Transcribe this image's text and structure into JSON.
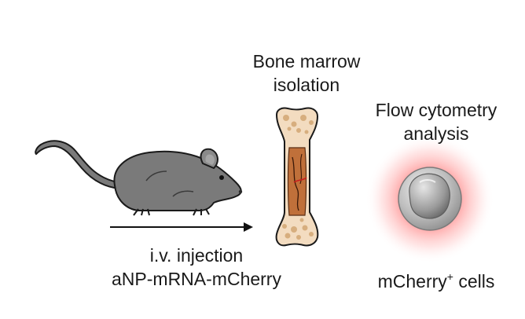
{
  "labels": {
    "bone_marrow": {
      "line1": "Bone marrow",
      "line2": "isolation"
    },
    "flow": {
      "line1": "Flow cytometry",
      "line2": "analysis"
    },
    "injection": {
      "line1": "i.v. injection",
      "line2": "aNP-mRNA-mCherry"
    },
    "cells": {
      "main": "mCherry",
      "sup": "+",
      "tail": " cells"
    }
  },
  "icons": {
    "mouse": "mouse-icon",
    "bone": "bone-icon",
    "cell": "cell-icon",
    "arrow": "arrow-icon"
  },
  "colors": {
    "mouse_body": "#7a7a7a",
    "bone_fill": "#f3dcc0",
    "marrow": "#c0703a",
    "glow": "#ff3b3b",
    "cell": "#b5b5b5"
  }
}
